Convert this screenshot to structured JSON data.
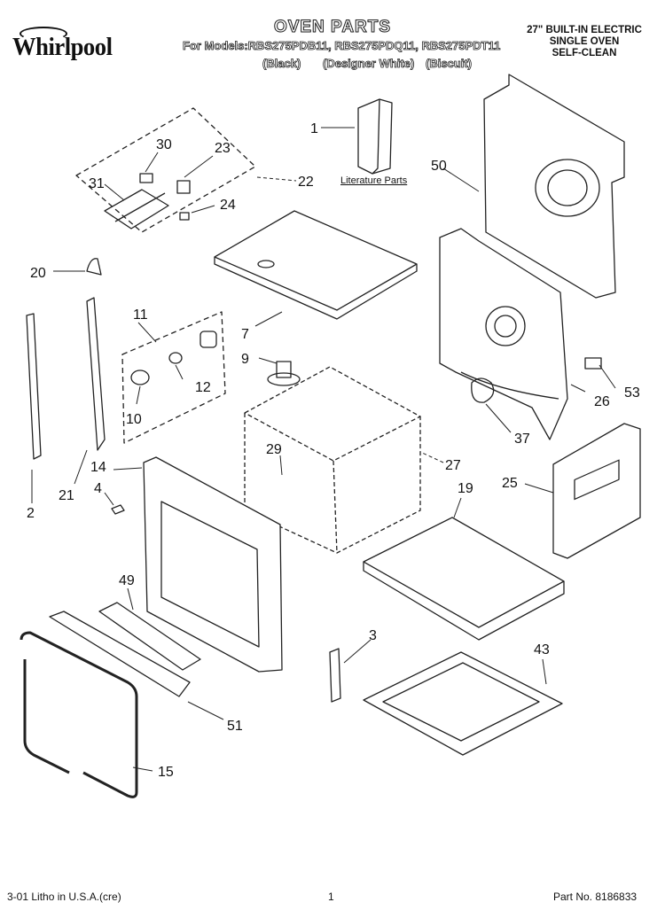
{
  "header": {
    "brand": "Whirlpool",
    "title": "OVEN PARTS",
    "models_line": "For Models:RBS275PDB11, RBS275PDQ11, RBS275PDT11",
    "variants": [
      "(Black)",
      "(Designer White)",
      "(Biscuit)"
    ],
    "spec_lines": [
      "27\" BUILT-IN ELECTRIC",
      "SINGLE OVEN",
      "SELF-CLEAN"
    ]
  },
  "literature_label": "Literature Parts",
  "part_numbers": [
    "1",
    "2",
    "3",
    "4",
    "7",
    "9",
    "10",
    "11",
    "12",
    "14",
    "15",
    "19",
    "20",
    "21",
    "22",
    "23",
    "24",
    "25",
    "26",
    "27",
    "29",
    "30",
    "31",
    "37",
    "43",
    "49",
    "50",
    "51",
    "53"
  ],
  "footer": {
    "litho": "3-01 Litho in U.S.A.(cre)",
    "page": "1",
    "part_no": "Part No. 8186833"
  }
}
